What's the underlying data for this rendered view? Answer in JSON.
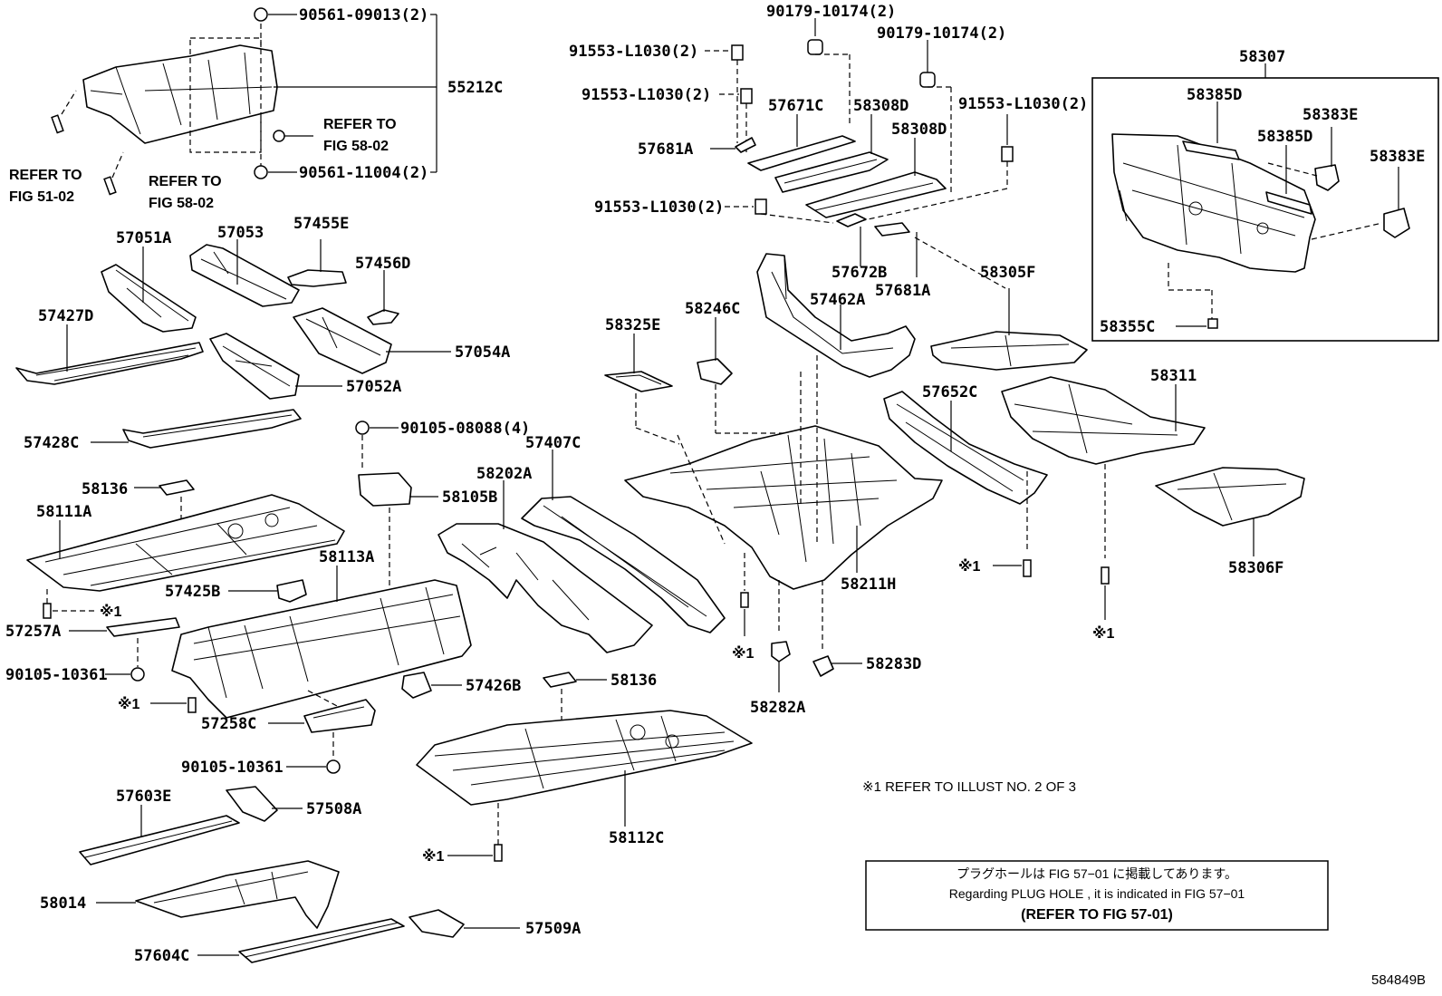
{
  "diagram_id": "584849B",
  "parts": {
    "p90561_09013": "90561-09013(2)",
    "p55212C": "55212C",
    "p90561_11004": "90561-11004(2)",
    "ref_51_02_a": "REFER TO",
    "ref_51_02_b": "FIG 51-02",
    "ref_58_02_a": "REFER TO",
    "ref_58_02_b": "FIG 58-02",
    "ref_58_02c_a": "REFER TO",
    "ref_58_02c_b": "FIG 58-02",
    "p57051A": "57051A",
    "p57053": "57053",
    "p57455E": "57455E",
    "p57456D": "57456D",
    "p57427D": "57427D",
    "p57054A": "57054A",
    "p57052A": "57052A",
    "p57428C": "57428C",
    "p90105_08088": "90105-08088(4)",
    "p58136a": "58136",
    "p58105B": "58105B",
    "p58111A": "58111A",
    "x1_a": "※1",
    "p58113A": "58113A",
    "p57425B": "57425B",
    "p57257A": "57257A",
    "p90105_10361a": "90105-10361",
    "x1_b": "※1",
    "p57258C": "57258C",
    "p57426B": "57426B",
    "p90105_10361b": "90105-10361",
    "p57603E": "57603E",
    "p57508A": "57508A",
    "p58014": "58014",
    "p57604C": "57604C",
    "p57509A": "57509A",
    "p58202A": "58202A",
    "p57407C": "57407C",
    "p58136b": "58136",
    "p58112C": "58112C",
    "x1_c": "※1",
    "p90179_10174a": "90179-10174(2)",
    "p90179_10174b": "90179-10174(2)",
    "p91553_a": "91553-L1030(2)",
    "p91553_b": "91553-L1030(2)",
    "p91553_c": "91553-L1030(2)",
    "p91553_d": "91553-L1030(2)",
    "p57671C": "57671C",
    "p58308D_a": "58308D",
    "p58308D_b": "58308D",
    "p57681A_a": "57681A",
    "p57672B": "57672B",
    "p57681A_b": "57681A",
    "p58305F": "58305F",
    "p58325E": "58325E",
    "p58246C": "58246C",
    "p57462A": "57462A",
    "p57652C": "57652C",
    "p58311": "58311",
    "p58211H": "58211H",
    "x1_d": "※1",
    "p58282A": "58282A",
    "p58283D": "58283D",
    "x1_e": "※1",
    "p58306F": "58306F",
    "x1_f": "※1",
    "p58307": "58307",
    "p58385D_a": "58385D",
    "p58383E_a": "58383E",
    "p58385D_b": "58385D",
    "p58383E_b": "58383E",
    "p58355C": "58355C"
  },
  "footnote": "※1 REFER TO ILLUST NO. 2 OF 3",
  "notice": {
    "line1": "プラグホールは FIG 57−01 に掲載してあります。",
    "line2": "Regarding  PLUG  HOLE , it is indicated in  FIG  57−01",
    "line3": "(REFER  TO  FIG  57-01)"
  }
}
